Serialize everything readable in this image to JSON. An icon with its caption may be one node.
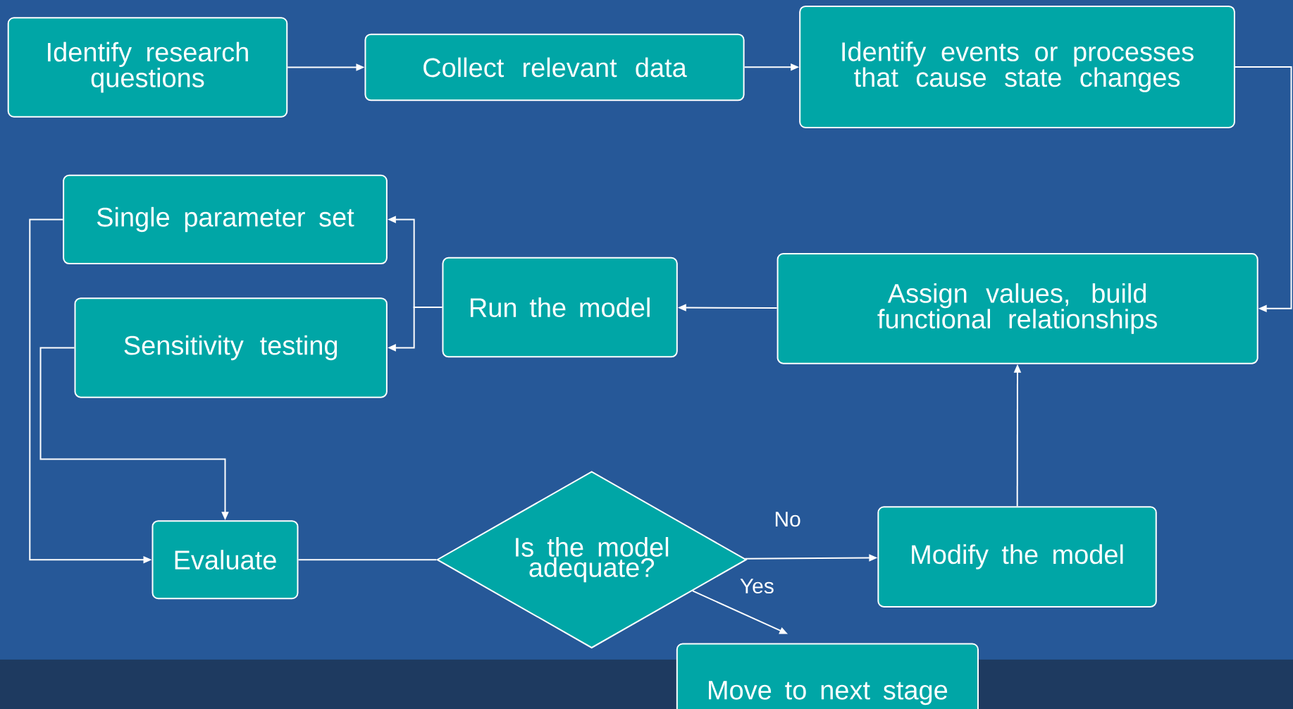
{
  "diagram": {
    "nodes": [
      {
        "text": [
          "Identify research questions"
        ]
      },
      {
        "text": [
          "Collect relevant data"
        ]
      },
      {
        "text": [
          "Identify events or processes that cause state changes"
        ]
      },
      {
        "text": [
          "Assign values, build functional relationships"
        ]
      },
      {
        "text": [
          "Run the model"
        ]
      },
      {
        "text": [
          "Single parameter set"
        ]
      },
      {
        "text": [
          "Sensitivity testing"
        ]
      },
      {
        "text": [
          "Evaluate"
        ]
      },
      {
        "text": [
          "Is the model adequate?"
        ]
      },
      {
        "text": [
          "Modify the model"
        ]
      },
      {
        "text": [
          "Move to next stage"
        ]
      }
    ],
    "edges": [
      {
        "from": 0,
        "to": 1,
        "arrow": "to"
      },
      {
        "from": 1,
        "to": 2,
        "arrow": "to"
      },
      {
        "from": 2,
        "to": 3,
        "arrow": "to"
      },
      {
        "from": 3,
        "to": 4,
        "arrow": "to"
      },
      {
        "from": 4,
        "to": 5,
        "arrow": "to"
      },
      {
        "from": 4,
        "to": 6,
        "arrow": "to"
      },
      {
        "from": 5,
        "to": 7,
        "arrow": "to"
      },
      {
        "from": 6,
        "to": 7,
        "arrow": "to"
      },
      {
        "from": 7,
        "to": 8,
        "arrow": "none"
      },
      {
        "from": 8,
        "to": 9,
        "arrow": "to",
        "label": "No"
      },
      {
        "from": 9,
        "to": 3,
        "arrow": "to"
      },
      {
        "from": 8,
        "to": 10,
        "arrow": "to",
        "label": "Yes"
      }
    ]
  }
}
